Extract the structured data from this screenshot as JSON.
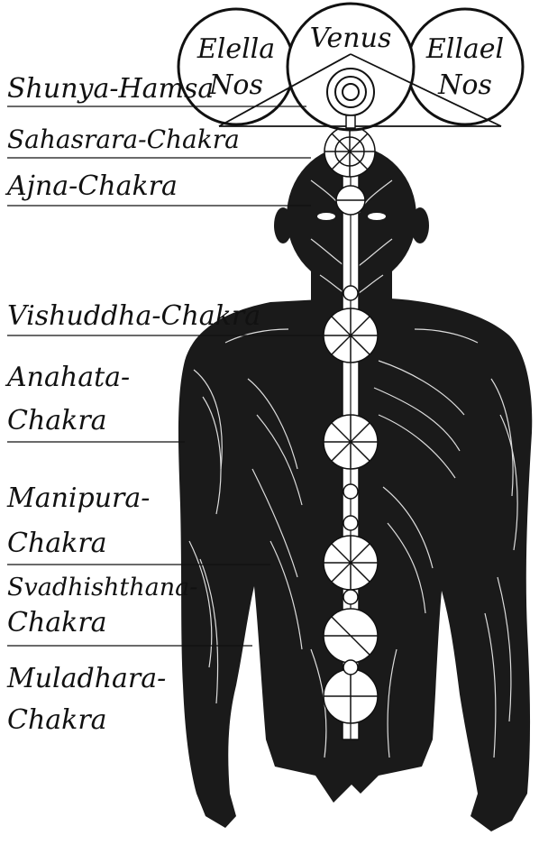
{
  "circles": {
    "left": [
      "Elella",
      "Nos"
    ],
    "center": [
      "Venus"
    ],
    "right": [
      "Ellael",
      "Nos"
    ]
  },
  "labels": {
    "shunya_hamsa": [
      "Shunya-Hamsa"
    ],
    "sahasrara": [
      "Sahasrara-Chakra"
    ],
    "ajna": [
      "Ajna-Chakra"
    ],
    "vishuddha": [
      "Vishuddha-Chakra"
    ],
    "anahata": [
      "Anahata-",
      "Chakra"
    ],
    "manipura": [
      "Manipura-",
      "Chakra"
    ],
    "svadhishthana": [
      "Svadhishthana-",
      "Chakra"
    ],
    "muladhara": [
      "Muladhara-",
      "Chakra"
    ]
  },
  "colors": {
    "ink": "#111111",
    "paper": "#ffffff"
  }
}
